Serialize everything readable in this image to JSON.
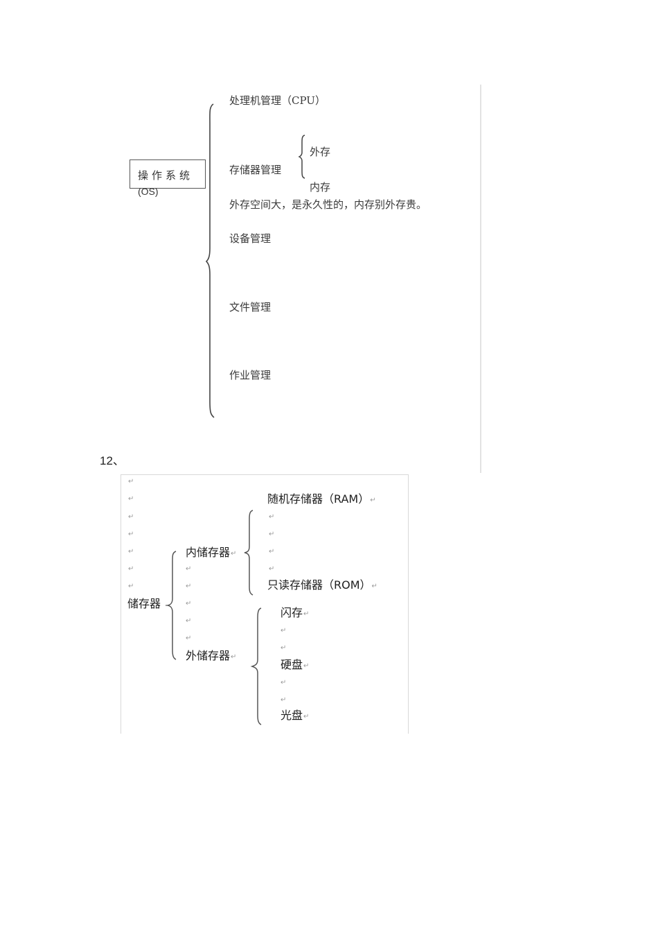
{
  "section1": {
    "root": {
      "label": "操作系统",
      "abbrev": "(OS)"
    },
    "branches": [
      {
        "label": "处理机管理（CPU）"
      },
      {
        "label": "存储器管理",
        "sub": [
          "外存",
          "内存"
        ],
        "note": "外存空间大，是永久性的，内存别外存贵。"
      },
      {
        "label": "设备管理"
      },
      {
        "label": "文件管理"
      },
      {
        "label": "作业管理"
      }
    ]
  },
  "section2": {
    "number": "12、",
    "return_mark": "↵",
    "root": "储存器",
    "internal": {
      "label": "内储存器",
      "children": [
        "随机存储器（RAM）",
        "只读存储器（ROM）"
      ]
    },
    "external": {
      "label": "外储存器",
      "children": [
        "闪存",
        "硬盘",
        "光盘"
      ]
    }
  }
}
